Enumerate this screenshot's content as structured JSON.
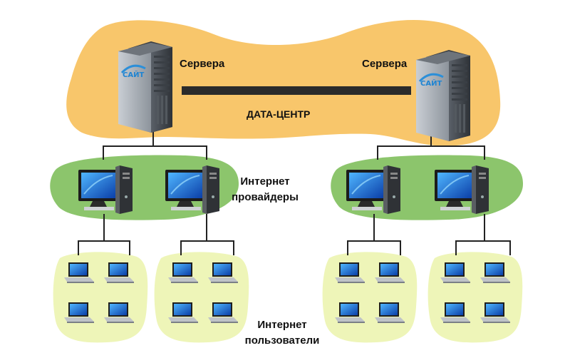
{
  "labels": {
    "server_left": "Сервера",
    "server_right": "Сервера",
    "data_center": "ДАТА-ЦЕНТР",
    "providers_line1": "Интернет",
    "providers_line2": "провайдеры",
    "users_line1": "Интернет",
    "users_line2": "пользователи"
  },
  "logo_text": "САЙТ",
  "colors": {
    "datacenter_blob": "#f8c66b",
    "provider_blob": "#8cc56c",
    "user_blob": "#eef5b8",
    "link_bar": "#2b2b2b",
    "wire": "#222222",
    "screen": "#1f6fd6"
  },
  "icons": {
    "server": "server-tower-icon",
    "provider": "desktop-computer-icon",
    "user": "laptop-icon"
  }
}
